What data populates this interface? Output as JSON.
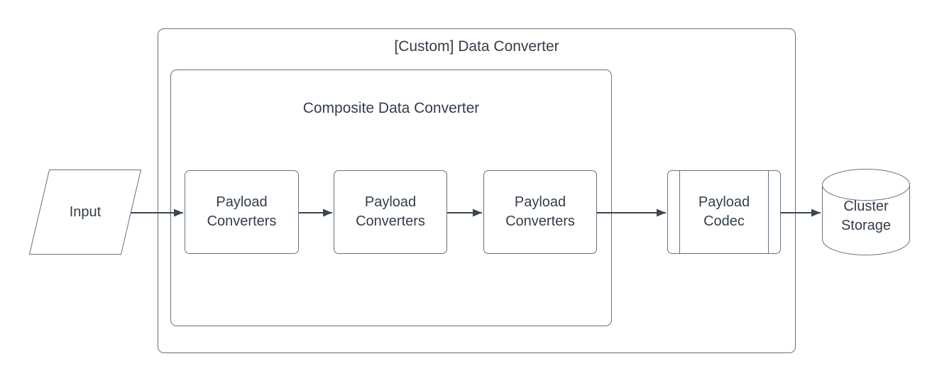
{
  "diagram": {
    "colors": {
      "background": "#ffffff",
      "shape_border": "#667180",
      "text_color": "#333e4a",
      "arrow_color": "#3c4652"
    },
    "outer_container": {
      "label": "[Custom] Data Converter",
      "shape": "rounded-rectangle-group"
    },
    "inner_container": {
      "label": "Composite Data Converter",
      "shape": "rounded-rectangle-group"
    },
    "nodes": {
      "input": {
        "label": "Input",
        "shape": "parallelogram"
      },
      "payload_converter_1": {
        "label": "Payload Converters",
        "shape": "rounded-rectangle"
      },
      "payload_converter_2": {
        "label": "Payload Converters",
        "shape": "rounded-rectangle"
      },
      "payload_converter_3": {
        "label": "Payload Converters",
        "shape": "rounded-rectangle"
      },
      "payload_codec": {
        "label": "Payload Codec",
        "shape": "predefined-process"
      },
      "cluster_storage": {
        "label": "Cluster Storage",
        "shape": "cylinder"
      }
    },
    "edges": [
      {
        "from": "input",
        "to": "payload_converter_1",
        "style": "solid-arrow"
      },
      {
        "from": "payload_converter_1",
        "to": "payload_converter_2",
        "style": "solid-arrow"
      },
      {
        "from": "payload_converter_2",
        "to": "payload_converter_3",
        "style": "solid-arrow"
      },
      {
        "from": "payload_converter_3",
        "to": "payload_codec",
        "style": "solid-arrow"
      },
      {
        "from": "payload_codec",
        "to": "cluster_storage",
        "style": "solid-arrow"
      }
    ]
  }
}
